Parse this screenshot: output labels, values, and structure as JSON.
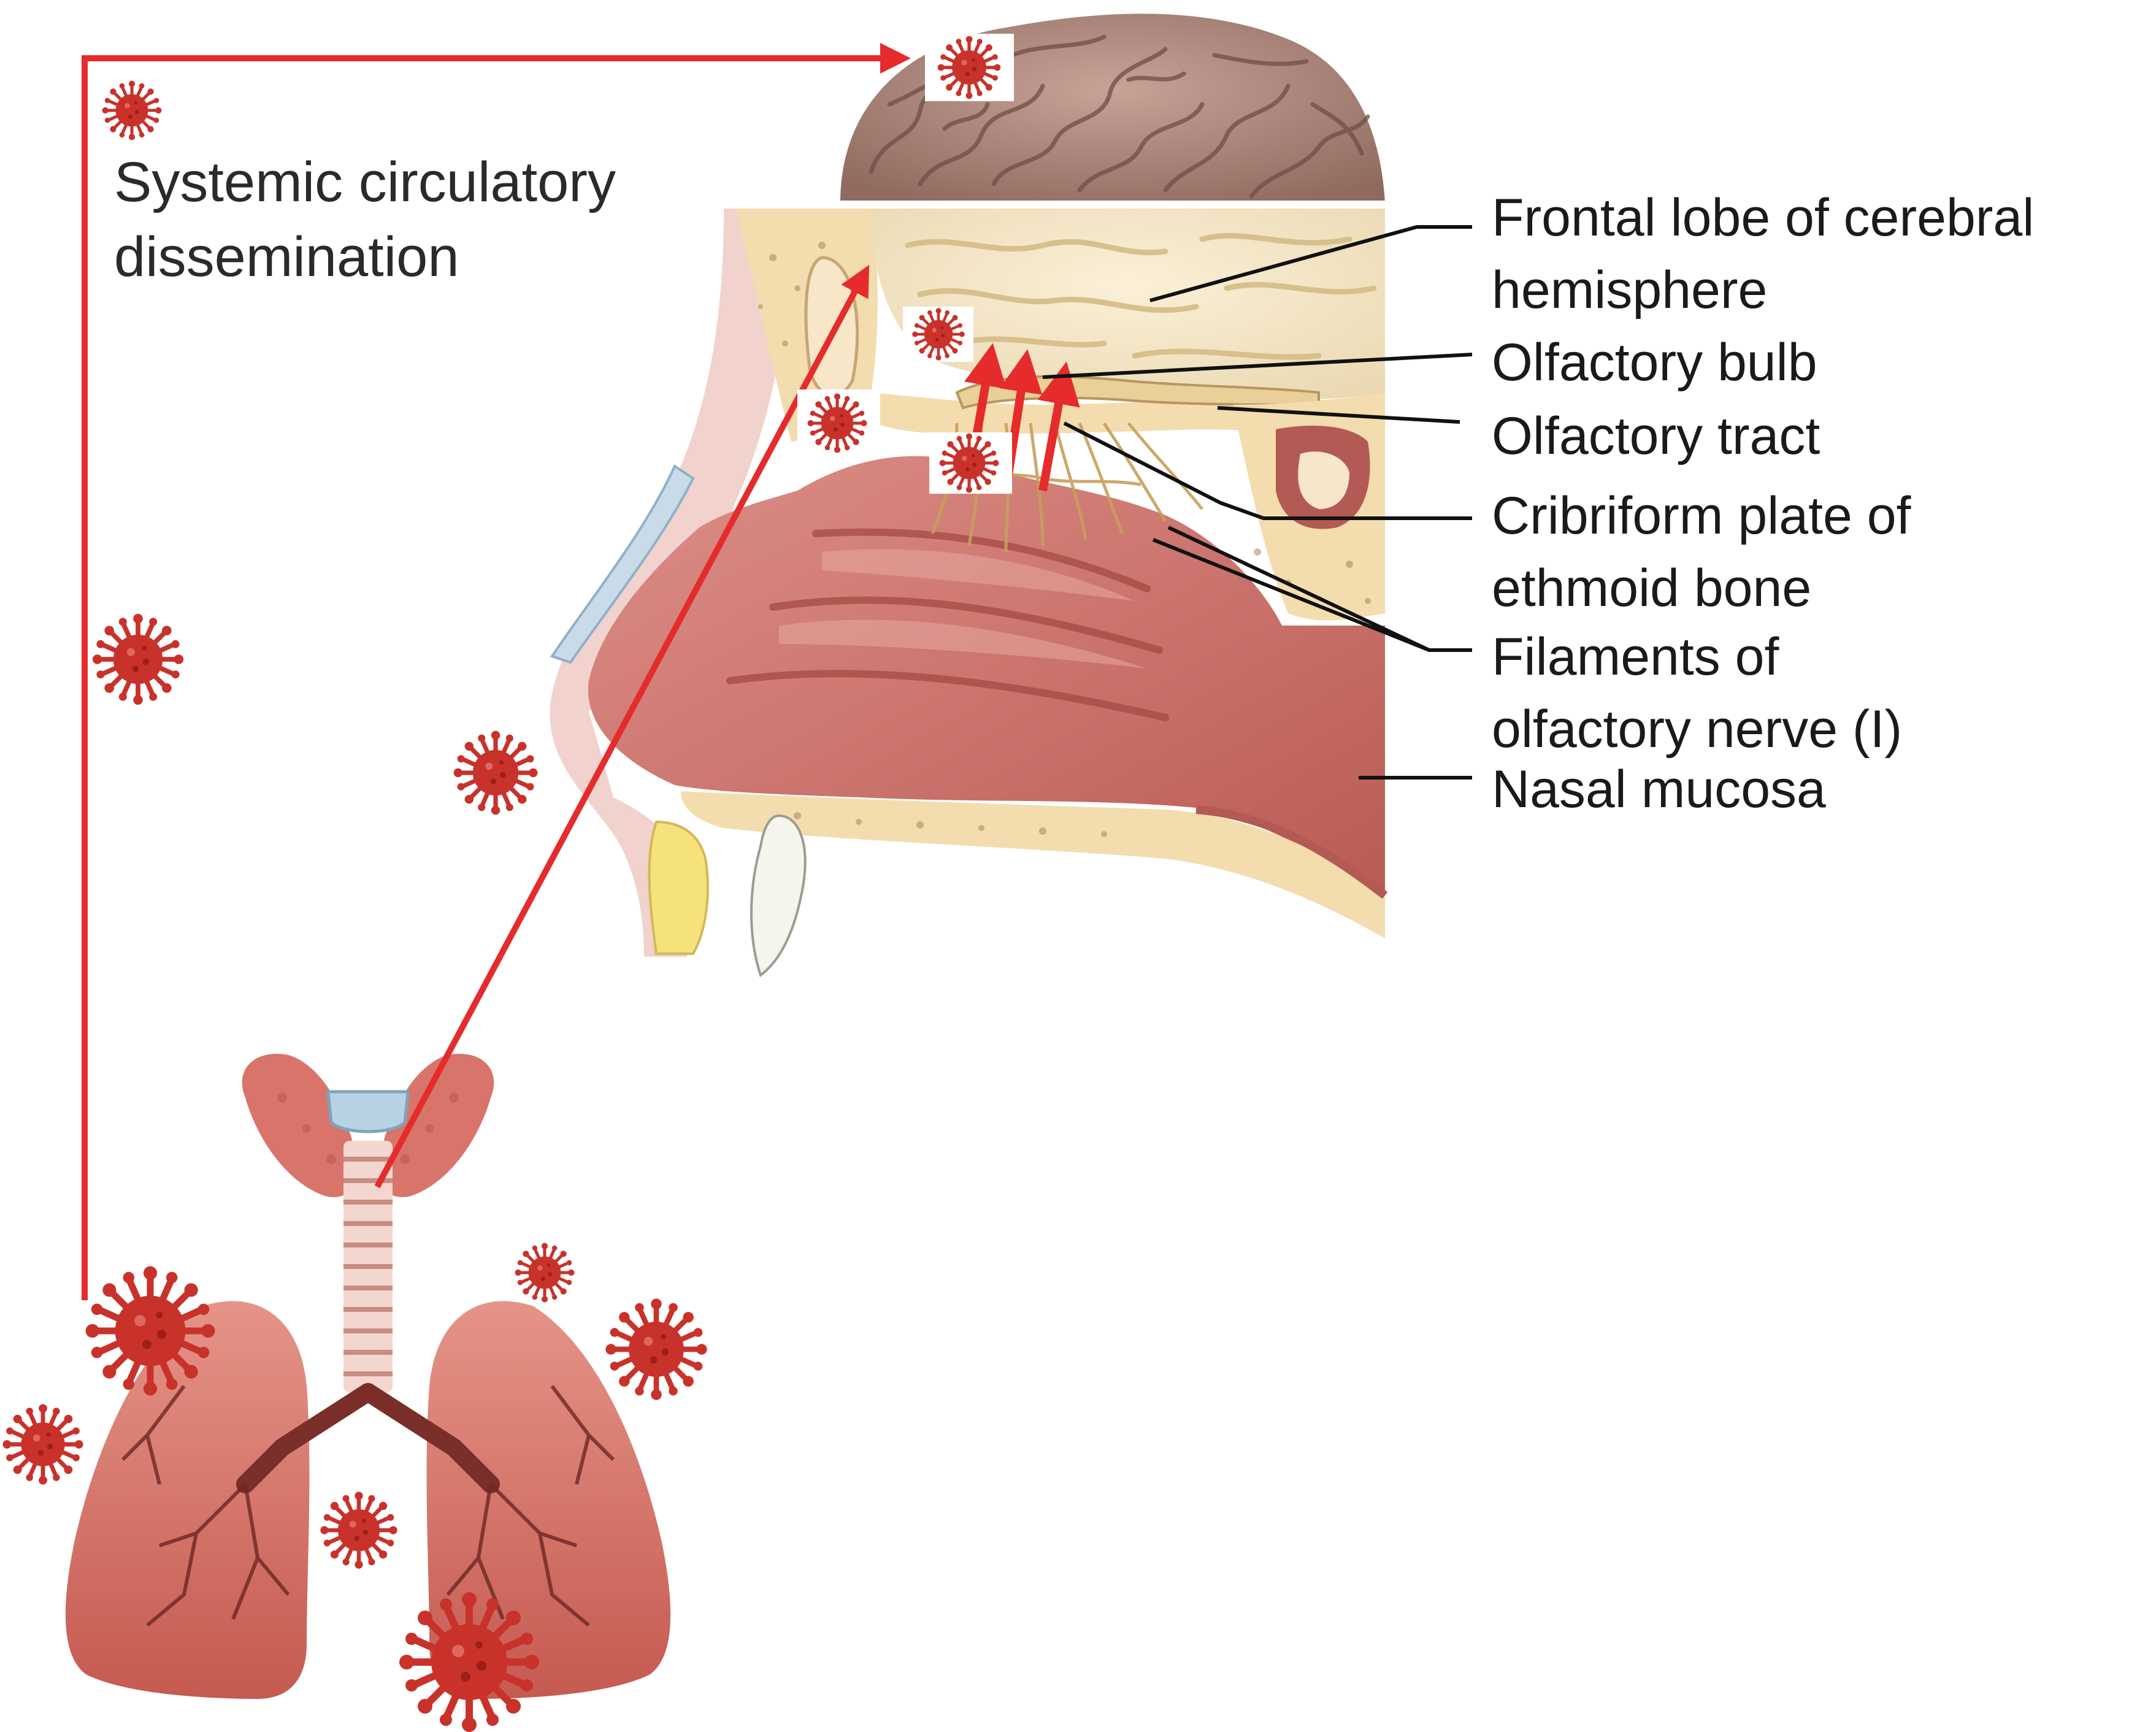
{
  "labels": {
    "systemic_line1": "Systemic circulatory",
    "systemic_line2": "dissemination",
    "frontal_line1": "Frontal lobe of cerebral",
    "frontal_line2": "hemisphere",
    "olfactory_bulb": "Olfactory bulb",
    "olfactory_tract": "Olfactory tract",
    "cribriform_line1": "Cribriform plate of",
    "cribriform_line2": "ethmoid bone",
    "filaments_line1": "Filaments of",
    "filaments_line2": "olfactory nerve (I)",
    "nasal_mucosa": "Nasal mucosa"
  },
  "icons": {
    "virus": "coronavirus-icon",
    "brain": "brain-icon",
    "lungs": "lungs-icon"
  },
  "colors": {
    "arrow": "#e52b2b",
    "virus": "#c8322b",
    "brain": "#b08a7f",
    "bone": "#f3dcae",
    "mucosa": "#c76b63",
    "skin": "#f2d2cc",
    "lungs": "#cf6b60",
    "leader": "#111111"
  }
}
